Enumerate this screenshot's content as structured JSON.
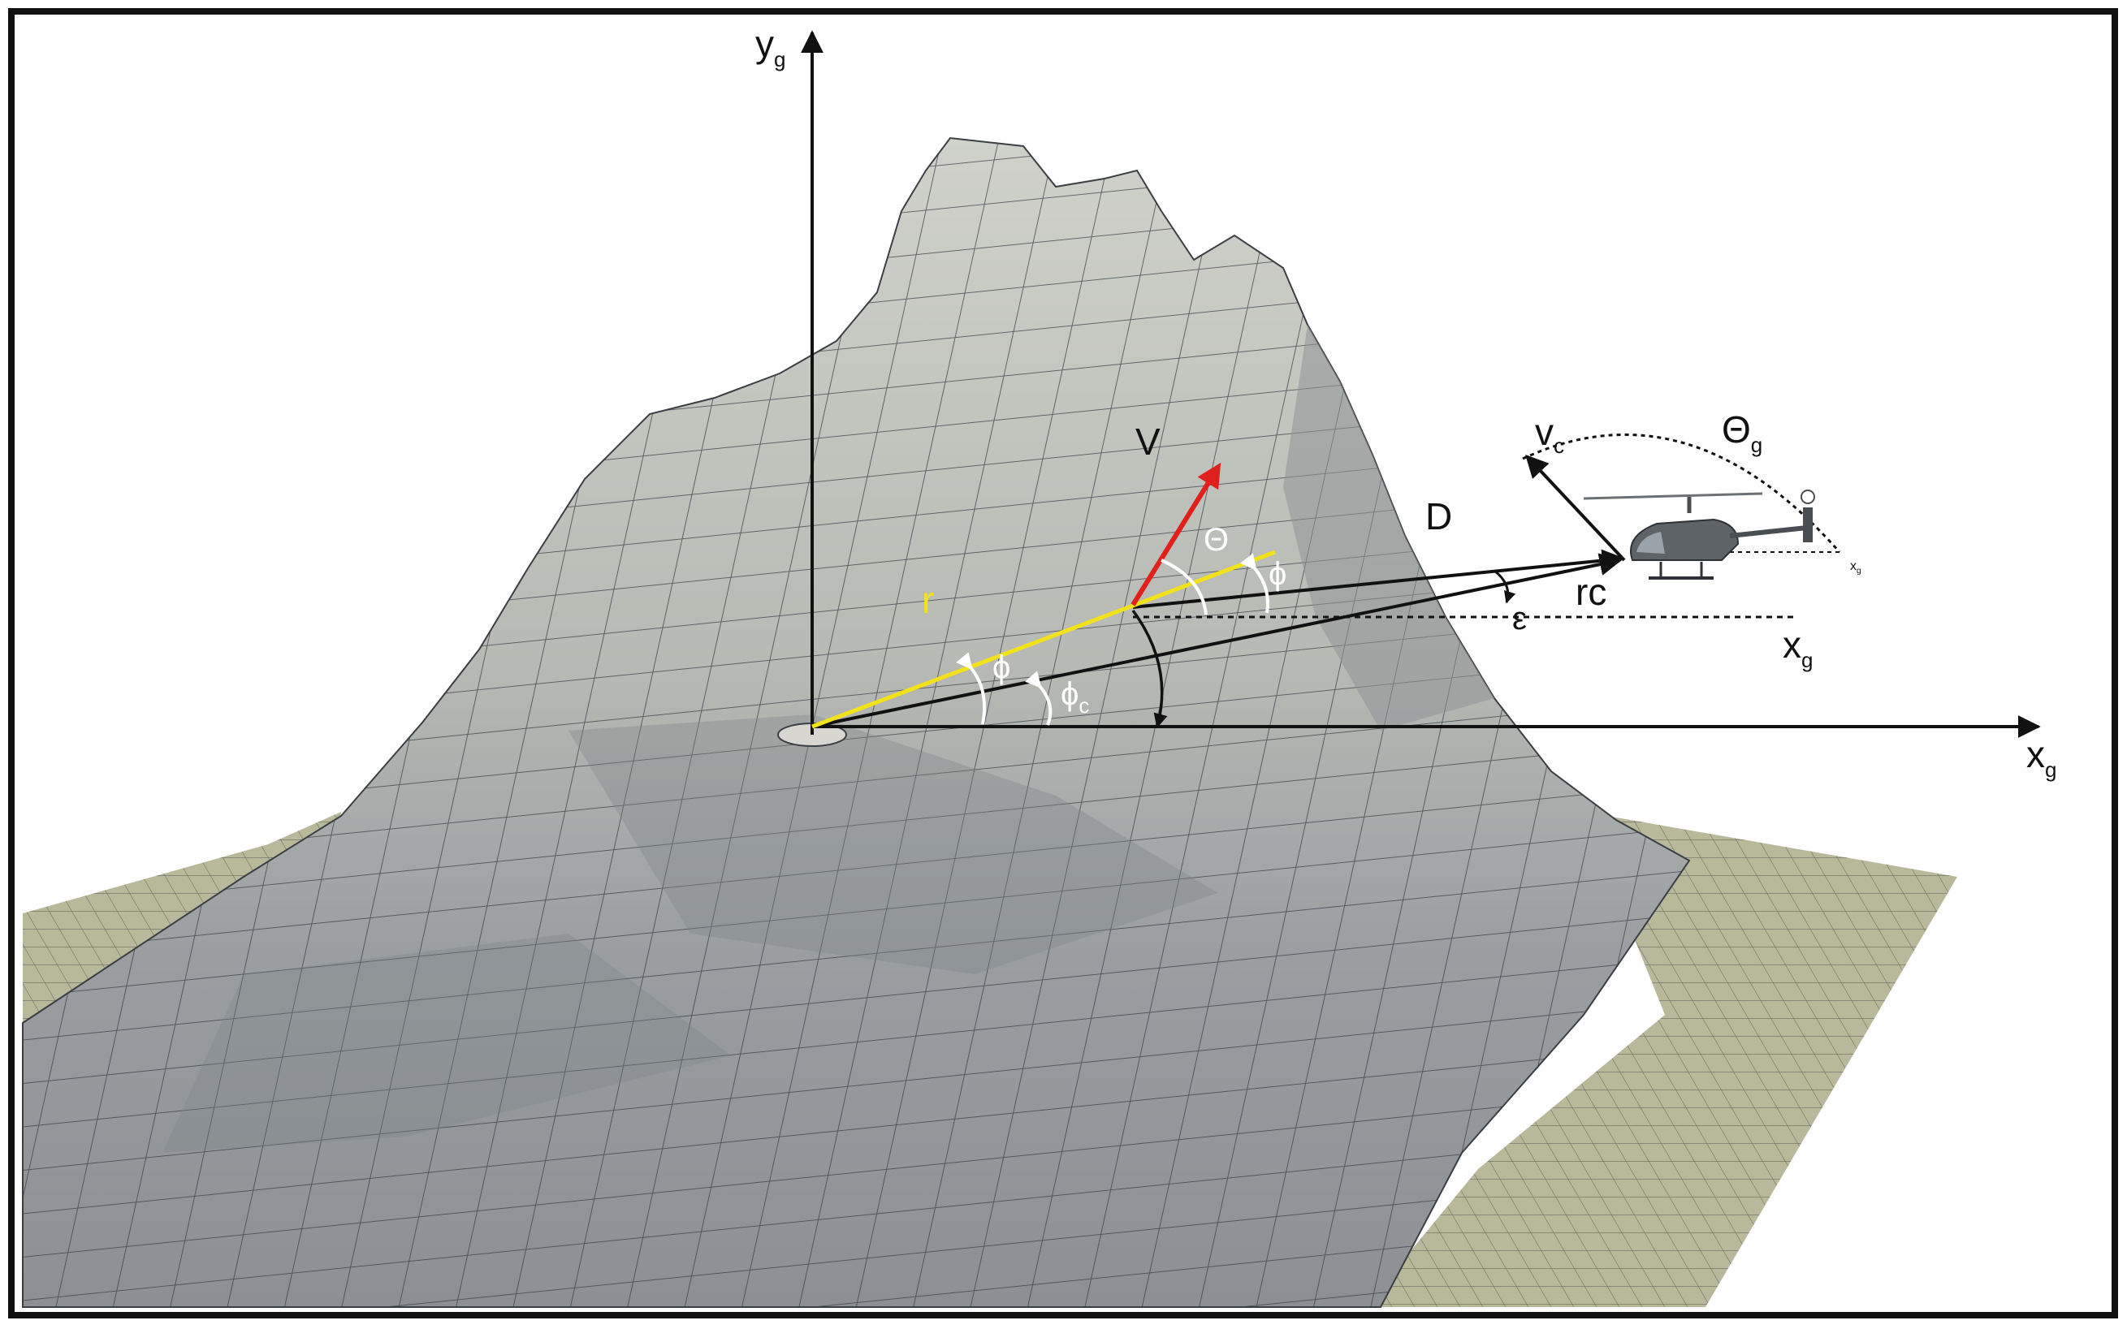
{
  "labels": {
    "axis_y": "y",
    "axis_y_sub": "g",
    "axis_x": "x",
    "axis_x_sub": "g",
    "velocity": "V",
    "range": "r",
    "theta": "Θ",
    "phi": "ϕ",
    "phi_c": "ϕ",
    "phi_c_sub": "c",
    "distance": "D",
    "range_c": "rc",
    "epsilon": "ε",
    "vc": "v",
    "vc_sub": "c",
    "theta_g": "Θ",
    "theta_g_sub": "g",
    "xg_mid": "x",
    "xg_mid_sub": "g",
    "xg_heli": "x",
    "xg_heli_sub": "g"
  },
  "colors": {
    "frame": "#111111",
    "terrain_light": "#c9cbc3",
    "terrain_mid": "#a7aaa8",
    "terrain_dark": "#8d9193",
    "terrain_mesh": "#3b3f44",
    "valley_green": "#b7b99a",
    "velocity_vector": "#e0201b",
    "range_line": "#f2e21a",
    "vectors": "#111111",
    "annotation_white": "#ffffff"
  },
  "icons": {
    "aircraft": "helicopter-icon"
  }
}
